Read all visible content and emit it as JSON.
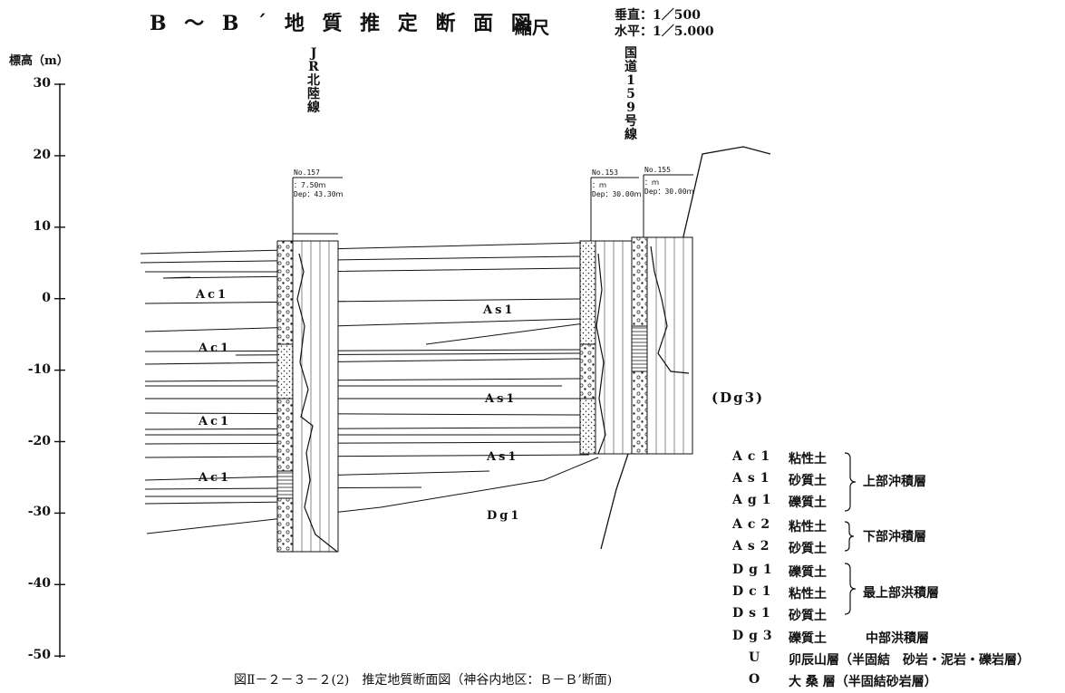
{
  "title": "B ～ B ´ 地 質 推 定 断 面 図",
  "scale": {
    "label": "縮尺",
    "vertical": "垂直：1／500",
    "horizontal": "水平：1／5.000"
  },
  "y_axis": {
    "title": "標高（m）",
    "ticks": [
      "30",
      "20",
      "10",
      "0",
      "-10",
      "-20",
      "-30",
      "-40",
      "-50"
    ]
  },
  "landmarks": {
    "jr_line": "JR北陸線",
    "route": "国道159号線"
  },
  "boreholes": [
    {
      "no": "No.157",
      "line2": "：7.50ｍ",
      "line3": "Dep：43.30ｍ"
    },
    {
      "no": "No.153",
      "line2": "：ｍ",
      "line3": "Dep：30.00ｍ"
    },
    {
      "no": "No.155",
      "line2": "：ｍ",
      "line3": "Dep：30.00ｍ"
    }
  ],
  "layer_labels": [
    "Ac1",
    "Ac1",
    "Ac1",
    "Ac1",
    "As1",
    "As1",
    "As1",
    "Dg1"
  ],
  "dg3_label": "(Dg3)",
  "legend": {
    "rows": [
      {
        "code": "Ac1",
        "desc": "粘性土"
      },
      {
        "code": "As1",
        "desc": "砂質土"
      },
      {
        "code": "Ag1",
        "desc": "礫質土"
      },
      {
        "code": "Ac2",
        "desc": "粘性土"
      },
      {
        "code": "As2",
        "desc": "砂質土"
      },
      {
        "code": "Dg1",
        "desc": "礫質土"
      },
      {
        "code": "Dc1",
        "desc": "粘性土"
      },
      {
        "code": "Ds1",
        "desc": "砂質土"
      },
      {
        "code": "Dg3",
        "desc": "礫質土"
      },
      {
        "code": "U",
        "desc": "卯辰山層（半固結　砂岩・泥岩・礫岩層）"
      },
      {
        "code": "O",
        "desc": "大 桑 層（半固結砂岩層）"
      }
    ],
    "groups": [
      "上部沖積層",
      "下部沖積層",
      "最上部洪積層",
      "中部洪積層"
    ]
  },
  "caption": "図Ⅱ－２－３－２(2)　推定地質断面図（神谷内地区：Ｂ－Ｂ’断面)"
}
